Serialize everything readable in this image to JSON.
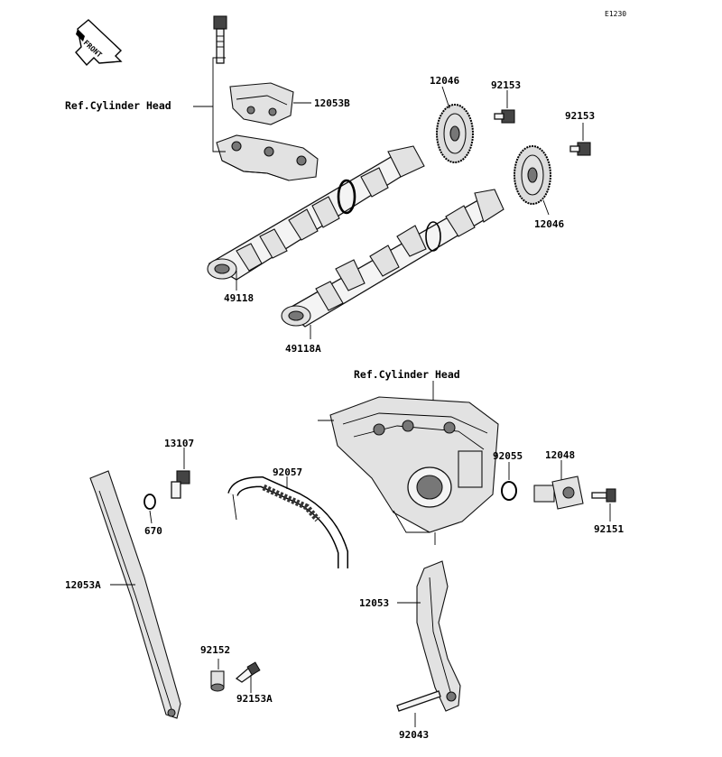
{
  "diagram": {
    "code": "E1230",
    "front_arrow_text": "FRONT",
    "refs": [
      {
        "id": "ref-top",
        "text": "Ref.Cylinder Head"
      },
      {
        "id": "ref-mid",
        "text": "Ref.Cylinder Head"
      }
    ],
    "callouts": [
      {
        "id": "12053B",
        "text": "12053B"
      },
      {
        "id": "12046a",
        "text": "12046"
      },
      {
        "id": "92153a",
        "text": "92153"
      },
      {
        "id": "92153b",
        "text": "92153"
      },
      {
        "id": "12046b",
        "text": "12046"
      },
      {
        "id": "49118",
        "text": "49118"
      },
      {
        "id": "49118A",
        "text": "49118A"
      },
      {
        "id": "13107",
        "text": "13107"
      },
      {
        "id": "92057",
        "text": "92057"
      },
      {
        "id": "670",
        "text": "670"
      },
      {
        "id": "92055",
        "text": "92055"
      },
      {
        "id": "12048",
        "text": "12048"
      },
      {
        "id": "92151",
        "text": "92151"
      },
      {
        "id": "12053A",
        "text": "12053A"
      },
      {
        "id": "12053",
        "text": "12053"
      },
      {
        "id": "92152",
        "text": "92152"
      },
      {
        "id": "92153A",
        "text": "92153A"
      },
      {
        "id": "92043",
        "text": "92043"
      }
    ]
  }
}
